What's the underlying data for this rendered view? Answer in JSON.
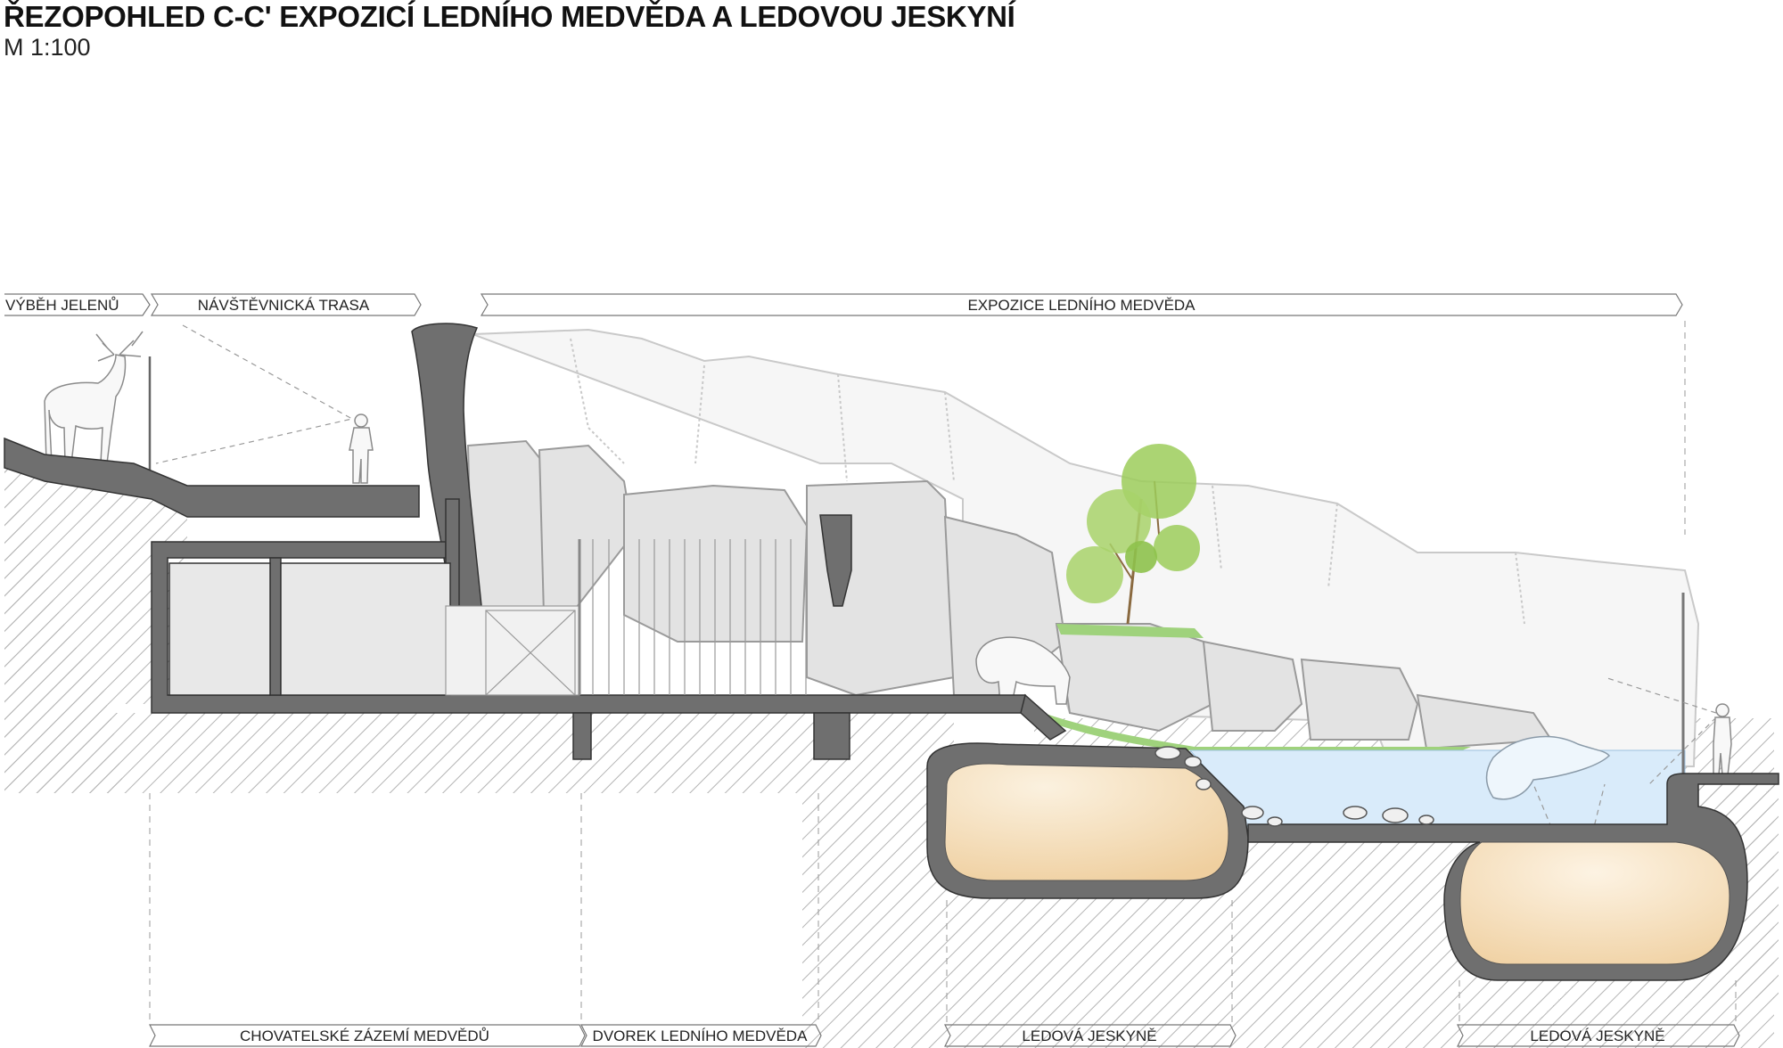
{
  "header": {
    "title": "ŘEZOPOHLED C-C' EXPOZICÍ LEDNÍHO MEDVĚDA A LEDOVOU JESKYNÍ",
    "scale": "M 1:100"
  },
  "zones_top": [
    {
      "label": "VÝBĚH JELENŮ"
    },
    {
      "label": "NÁVŠTĚVNICKÁ TRASA"
    },
    {
      "label": "EXPOZICE LEDNÍHO MEDVĚDA"
    }
  ],
  "zones_bottom": [
    {
      "label": "CHOVATELSKÉ ZÁZEMÍ MEDVĚDŮ"
    },
    {
      "label": "DVOREK LEDNÍHO MEDVĚDA"
    },
    {
      "label": "LEDOVÁ JESKYNĚ"
    },
    {
      "label": "LEDOVÁ JESKYNĚ"
    }
  ],
  "colors": {
    "structure": "#6f6f6f",
    "rock": "#e6e6e6",
    "water": "#d9ebfa",
    "cave": "#f2d6ad",
    "grass": "#9fd27c",
    "tree": "#9ccc5a"
  }
}
